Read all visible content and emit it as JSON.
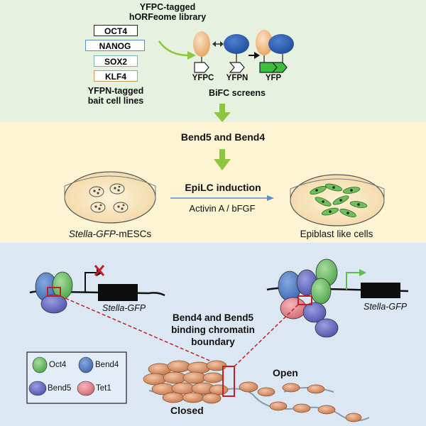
{
  "screen": {
    "library_title_1": "YFPC-tagged",
    "library_title_2": "hORFeome library",
    "bait_labels": [
      "OCT4",
      "NANOG",
      "SOX2",
      "KLF4"
    ],
    "bait_caption_1": "YFPN-tagged",
    "bait_caption_2": "bait cell lines",
    "label_yfpc": "YFPC",
    "label_yfpn": "YFPN",
    "label_yfp": "YFP",
    "bifc_label": "BiFC screens"
  },
  "middle": {
    "hits_label": "Bend5 and Bend4",
    "induction_label": "EpiLC induction",
    "induction_factors": "Activin A / bFGF",
    "source_cells_italic": "Stella-GFP",
    "source_cells_suffix": "-mESCs",
    "target_cells": "Epiblast like cells"
  },
  "bottom": {
    "gene_left": "Stella-GFP",
    "gene_right": "Stella-GFP",
    "center_line_1": "Bend4 and Bend5",
    "center_line_2": "binding chromatin",
    "center_line_3": "boundary",
    "open_label": "Open",
    "closed_label": "Closed",
    "legend": [
      "Oct4",
      "Bend4",
      "Bend5",
      "Tet1"
    ]
  },
  "colors": {
    "top_band": "#e6f1df",
    "mid_band": "#fdf4d4",
    "bottom_band": "#dbe8f4",
    "oct4": "#7cc576",
    "bend4": "#4f7ec2",
    "bend5": "#6b70c2",
    "tet1": "#e38a90",
    "arrow_green": "#8dc63f",
    "dashed_red": "#c21f2a"
  }
}
